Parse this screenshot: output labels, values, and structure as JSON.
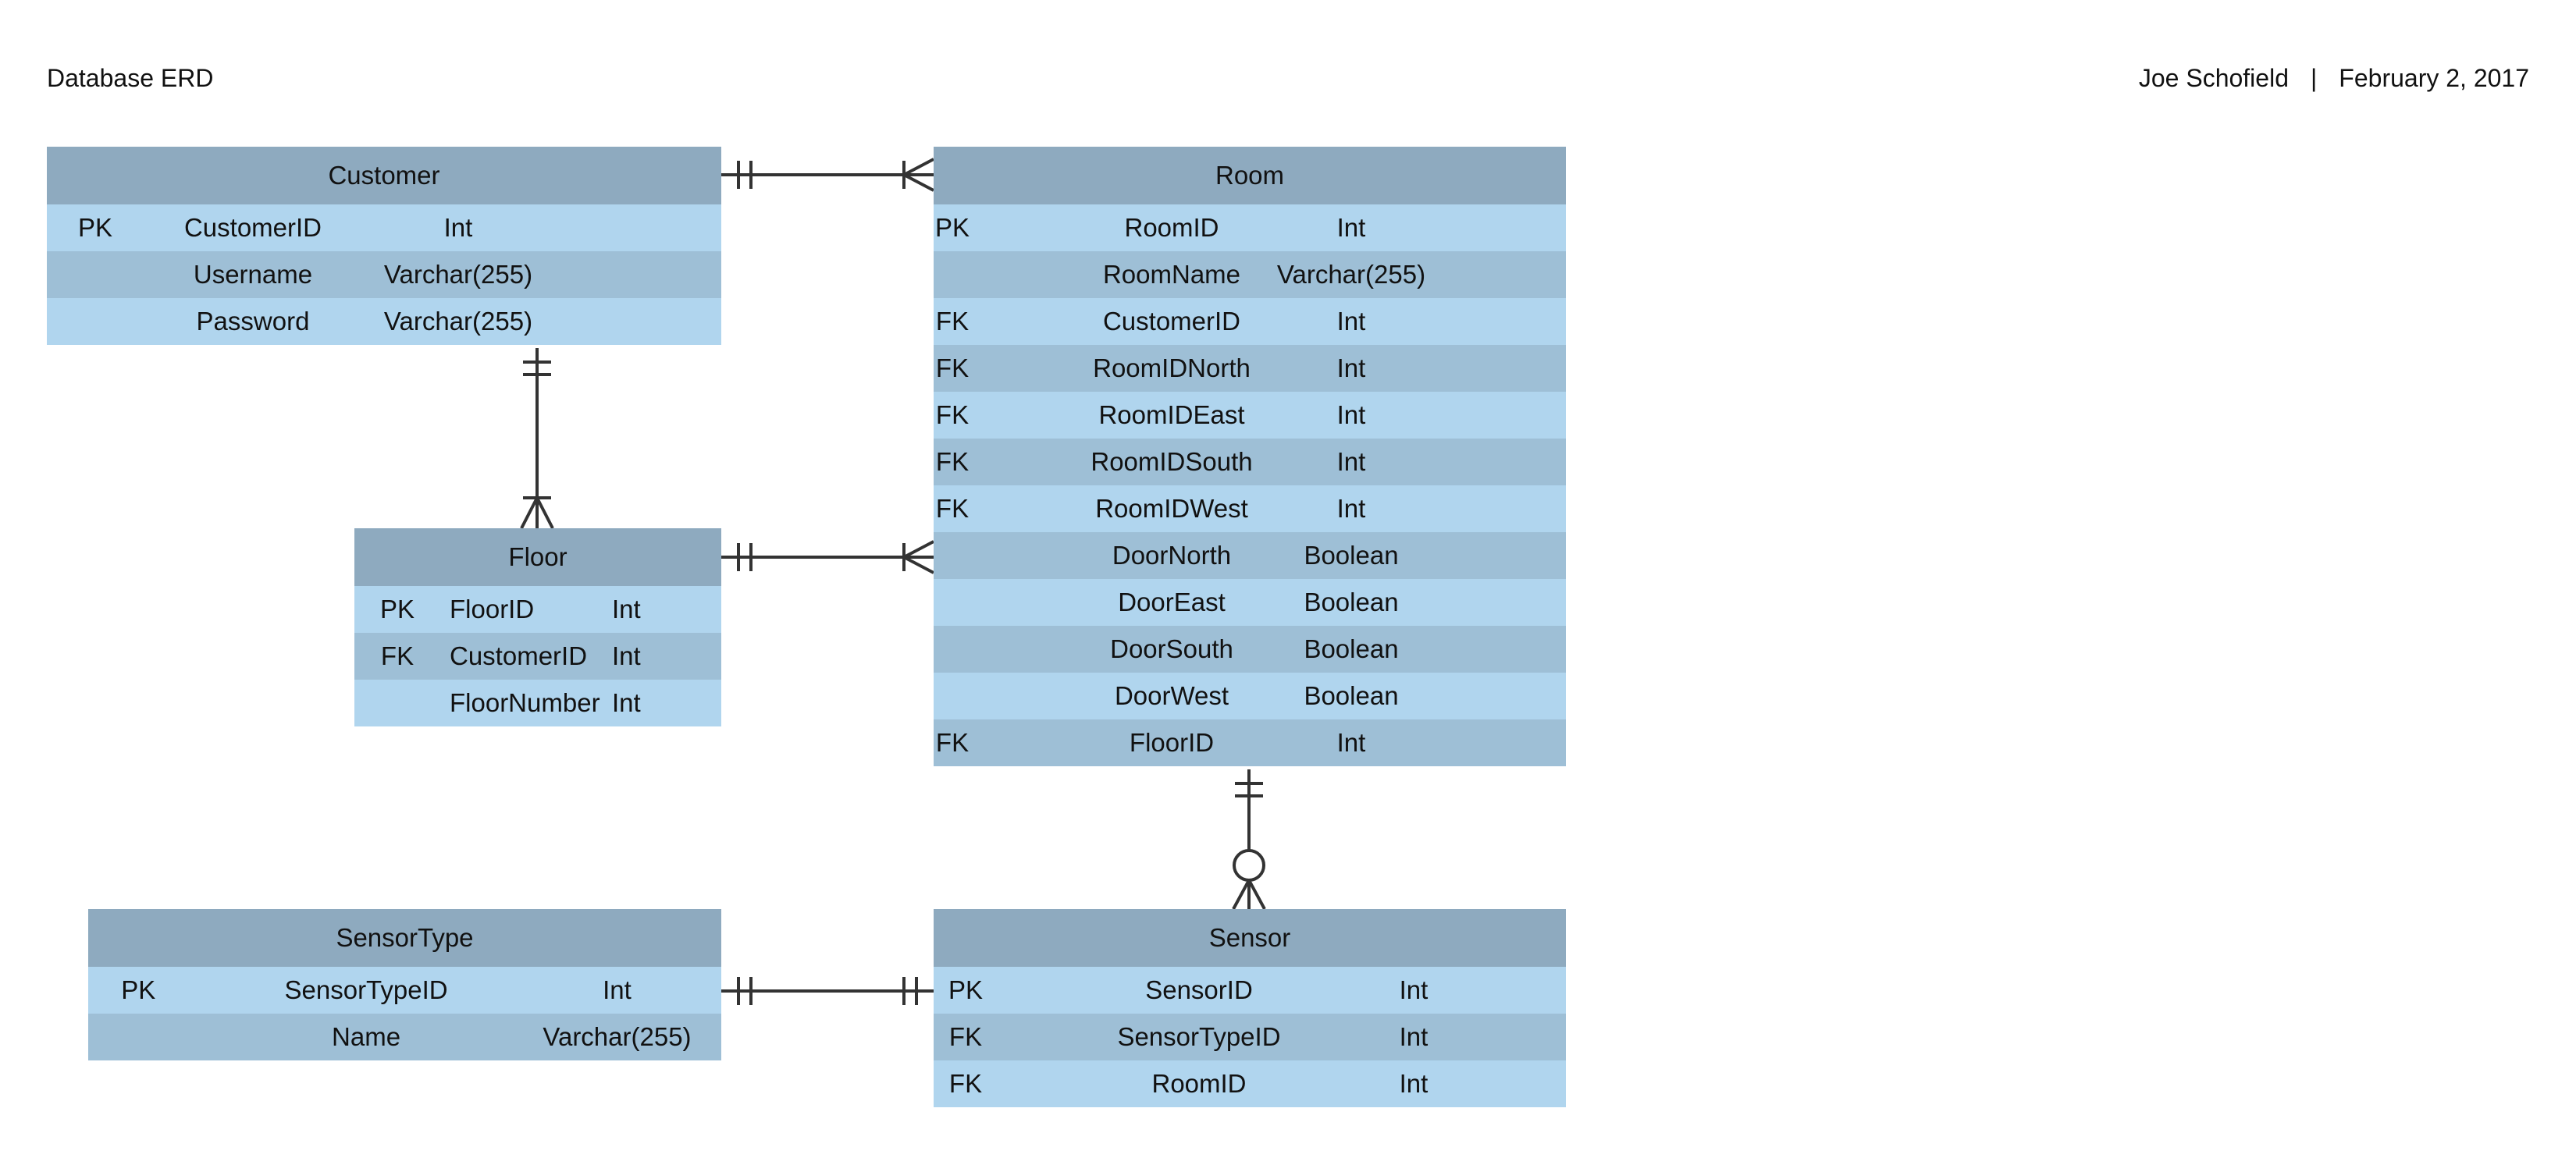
{
  "header": {
    "title": "Database ERD",
    "author": "Joe Schofield",
    "separator": "|",
    "date": "February 2, 2017"
  },
  "colors": {
    "header_bg": "#8eaabf",
    "row_light": "#b0d5ee",
    "row_dark": "#9ebfd6",
    "line": "#333333"
  },
  "tables": {
    "customer": {
      "name": "Customer",
      "rows": [
        {
          "key": "PK",
          "field": "CustomerID",
          "type": "Int"
        },
        {
          "key": "",
          "field": "Username",
          "type": "Varchar(255)"
        },
        {
          "key": "",
          "field": "Password",
          "type": "Varchar(255)"
        }
      ]
    },
    "room": {
      "name": "Room",
      "rows": [
        {
          "key": "PK",
          "field": "RoomID",
          "type": "Int"
        },
        {
          "key": "",
          "field": "RoomName",
          "type": "Varchar(255)"
        },
        {
          "key": "FK",
          "field": "CustomerID",
          "type": "Int"
        },
        {
          "key": "FK",
          "field": "RoomIDNorth",
          "type": "Int"
        },
        {
          "key": "FK",
          "field": "RoomIDEast",
          "type": "Int"
        },
        {
          "key": "FK",
          "field": "RoomIDSouth",
          "type": "Int"
        },
        {
          "key": "FK",
          "field": "RoomIDWest",
          "type": "Int"
        },
        {
          "key": "",
          "field": "DoorNorth",
          "type": "Boolean"
        },
        {
          "key": "",
          "field": "DoorEast",
          "type": "Boolean"
        },
        {
          "key": "",
          "field": "DoorSouth",
          "type": "Boolean"
        },
        {
          "key": "",
          "field": "DoorWest",
          "type": "Boolean"
        },
        {
          "key": "FK",
          "field": "FloorID",
          "type": "Int"
        }
      ]
    },
    "floor": {
      "name": "Floor",
      "rows": [
        {
          "key": "PK",
          "field": "FloorID",
          "type": "Int"
        },
        {
          "key": "FK",
          "field": "CustomerID",
          "type": "Int"
        },
        {
          "key": "",
          "field": "FloorNumber",
          "type": "Int"
        }
      ]
    },
    "sensortype": {
      "name": "SensorType",
      "rows": [
        {
          "key": "PK",
          "field": "SensorTypeID",
          "type": "Int"
        },
        {
          "key": "",
          "field": "Name",
          "type": "Varchar(255)"
        }
      ]
    },
    "sensor": {
      "name": "Sensor",
      "rows": [
        {
          "key": "PK",
          "field": "SensorID",
          "type": "Int"
        },
        {
          "key": "FK",
          "field": "SensorTypeID",
          "type": "Int"
        },
        {
          "key": "FK",
          "field": "RoomID",
          "type": "Int"
        }
      ]
    }
  },
  "relationships": [
    {
      "from": "Customer",
      "to": "Room",
      "from_cardinality": "one-and-only-one",
      "to_cardinality": "one-or-many"
    },
    {
      "from": "Customer",
      "to": "Floor",
      "from_cardinality": "one-and-only-one",
      "to_cardinality": "one-or-many"
    },
    {
      "from": "Floor",
      "to": "Room",
      "from_cardinality": "one-and-only-one",
      "to_cardinality": "one-or-many"
    },
    {
      "from": "Room",
      "to": "Sensor",
      "from_cardinality": "one-and-only-one",
      "to_cardinality": "zero-or-many"
    },
    {
      "from": "SensorType",
      "to": "Sensor",
      "from_cardinality": "one-and-only-one",
      "to_cardinality": "one-and-only-one"
    }
  ]
}
